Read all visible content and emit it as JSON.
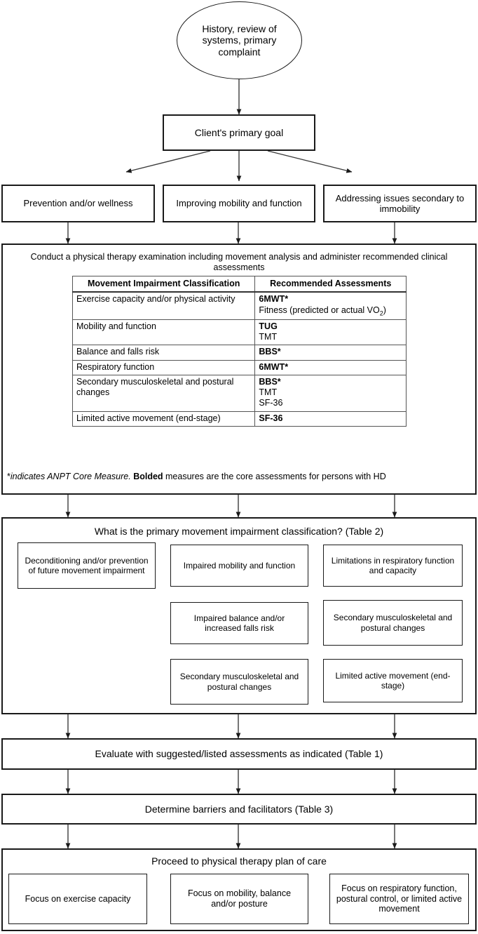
{
  "title": "Physical therapy clinical decision-making flowchart for persons with HD",
  "start": {
    "label": "History, review of systems, primary complaint"
  },
  "goal": {
    "label": "Client's primary goal"
  },
  "goal_options": [
    {
      "label": "Prevention and/or wellness"
    },
    {
      "label": "Improving mobility and function"
    },
    {
      "label": "Addressing issues secondary to immobility"
    }
  ],
  "exam_section": {
    "title": "Conduct a physical therapy examination including movement analysis and administer recommended clinical assessments",
    "footnote_prefix": "*",
    "footnote_italic": "indicates ANPT Core Measure.",
    "footnote_bold": "Bolded",
    "footnote_rest": " measures are the core assessments for persons with HD"
  },
  "assessment_table": {
    "type": "table",
    "headers": [
      "Movement Impairment Classification",
      "Recommended Assessments"
    ],
    "rows": [
      {
        "classification": "Exercise capacity and/or physical activity",
        "assessments": [
          {
            "text": "6MWT*",
            "bold": true
          },
          {
            "text": "Fitness (predicted or actual VO2)",
            "bold": false
          }
        ]
      },
      {
        "classification": "Mobility and function",
        "assessments": [
          {
            "text": "TUG",
            "bold": true
          },
          {
            "text": "TMT",
            "bold": false
          }
        ]
      },
      {
        "classification": "Balance and falls risk",
        "assessments": [
          {
            "text": "BBS*",
            "bold": true
          }
        ]
      },
      {
        "classification": "Respiratory function",
        "assessments": [
          {
            "text": "6MWT*",
            "bold": true
          }
        ]
      },
      {
        "classification": "Secondary musculoskeletal and postural changes",
        "assessments": [
          {
            "text": "BBS*",
            "bold": true
          },
          {
            "text": "TMT",
            "bold": false
          },
          {
            "text": "SF-36",
            "bold": false
          }
        ]
      },
      {
        "classification": "Limited active movement (end-stage)",
        "assessments": [
          {
            "text": "SF-36",
            "bold": true
          }
        ]
      }
    ]
  },
  "classification_section": {
    "title": "What is the primary movement impairment classification? (Table 2)",
    "options": [
      {
        "label": "Deconditioning and/or prevention of future movement impairment"
      },
      {
        "label": "Impaired mobility and function"
      },
      {
        "label": "Limitations in respiratory function and capacity"
      },
      {
        "label": "Impaired balance and/or increased falls risk"
      },
      {
        "label": "Secondary musculoskeletal and postural changes"
      },
      {
        "label": "Secondary musculoskeletal and postural changes"
      },
      {
        "label": "Limited active movement (end-stage)"
      }
    ]
  },
  "evaluate": {
    "label": "Evaluate with suggested/listed assessments as indicated (Table 1)"
  },
  "barriers": {
    "label": "Determine barriers and facilitators (Table 3)"
  },
  "plan_section": {
    "title": "Proceed to physical therapy plan of care",
    "options": [
      {
        "label": "Focus on exercise capacity"
      },
      {
        "label": "Focus on mobility, balance and/or posture"
      },
      {
        "label": "Focus on respiratory function, postural control, or limited active movement"
      }
    ]
  },
  "colors": {
    "line": "#1a1a1a",
    "background": "#ffffff",
    "table_rule": "#555555"
  }
}
